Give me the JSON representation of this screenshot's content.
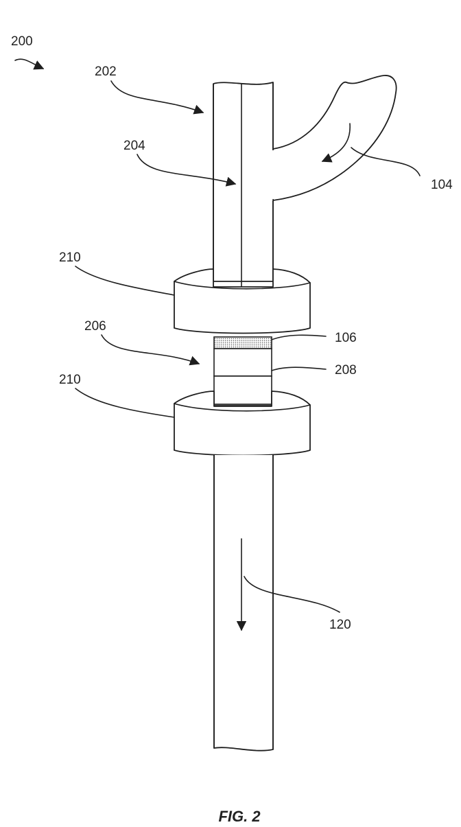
{
  "figure": {
    "caption": "FIG. 2",
    "labels": {
      "assembly": "200",
      "outer_tube": "202",
      "inner_channel": "204",
      "side_branch": "104",
      "connector_upper": "210",
      "insert": "206",
      "filter_layer": "106",
      "membrane": "208",
      "connector_lower": "210",
      "outflow": "120"
    }
  }
}
